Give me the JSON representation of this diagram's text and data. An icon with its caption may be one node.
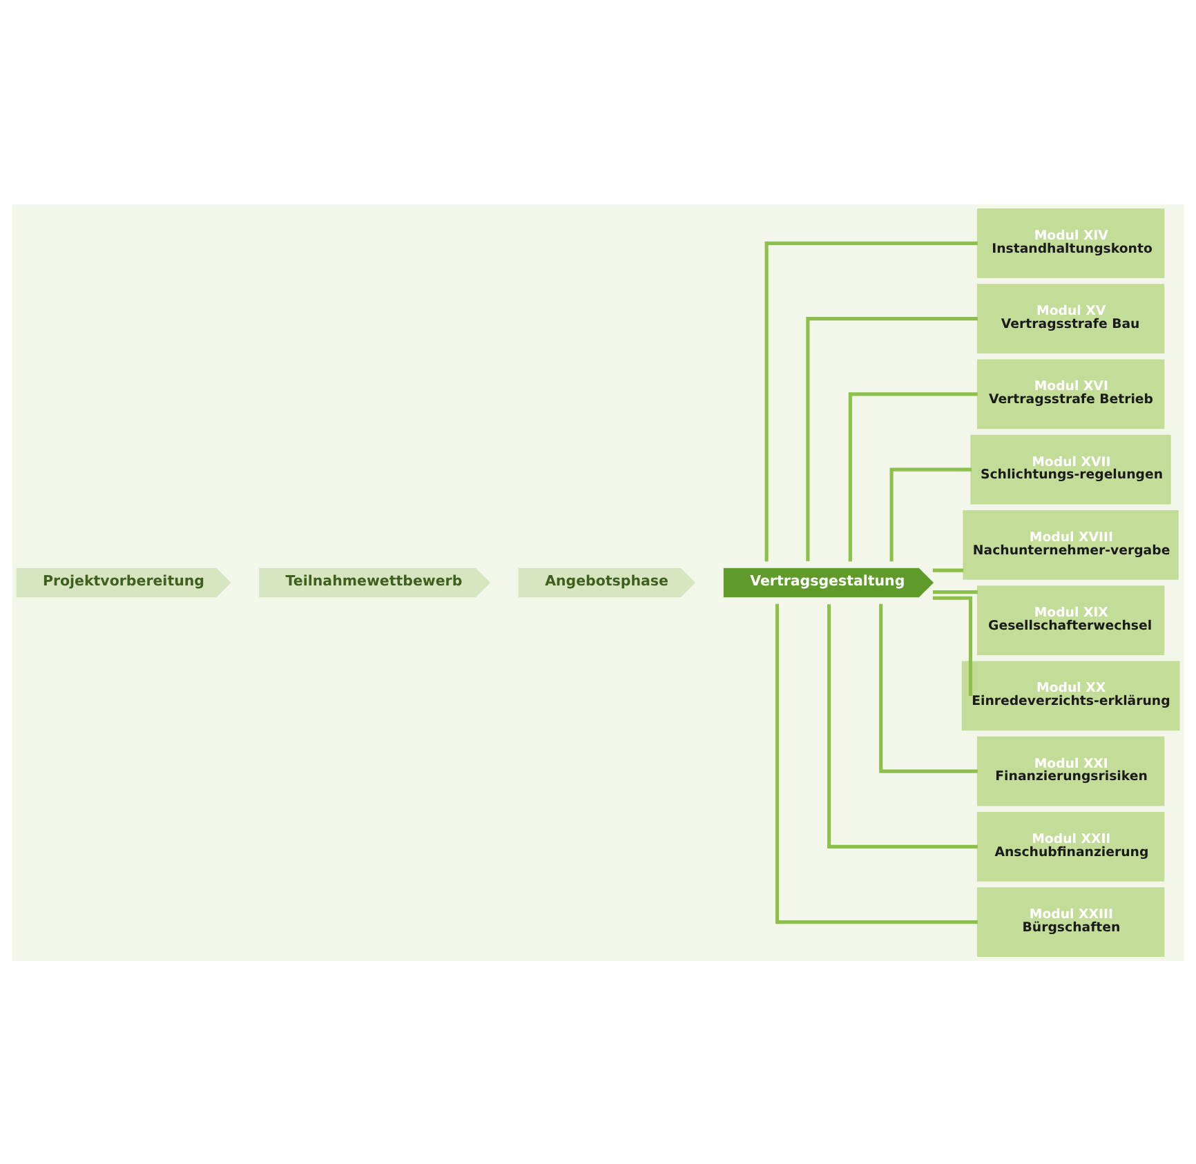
{
  "diagram": {
    "nodes": [
      {
        "text": [
          "Projektvorbereitung"
        ]
      },
      {
        "text": [
          "Teilnahmewettbewerb"
        ]
      },
      {
        "text": [
          "Angebotsphase"
        ]
      },
      {
        "text": [
          "Vertragsgestaltung"
        ]
      },
      {
        "text": [
          "Modul XIV",
          "Instandhaltungskonto"
        ]
      },
      {
        "text": [
          "Modul XV",
          "Vertragsstrafe Bau"
        ]
      },
      {
        "text": [
          "Modul XVI",
          "Vertragsstrafe Betrieb"
        ]
      },
      {
        "text": [
          "Modul XVII",
          "Schlichtungs-regelungen"
        ]
      },
      {
        "text": [
          "Modul XVIII",
          "Nachunternehmer-vergabe"
        ]
      },
      {
        "text": [
          "Modul XIX",
          "Gesellschafterwechsel"
        ]
      },
      {
        "text": [
          "Modul XX",
          "Einredeverzichts-erklärung"
        ]
      },
      {
        "text": [
          "Modul XXI",
          "Finanzierungsrisiken"
        ]
      },
      {
        "text": [
          "Modul XXII",
          "Anschubfinanzierung"
        ]
      },
      {
        "text": [
          "Modul XXIII",
          "Bürgschaften"
        ]
      }
    ],
    "edges": [
      {
        "from": 3,
        "to": 4,
        "arrow": "none"
      },
      {
        "from": 3,
        "to": 5,
        "arrow": "none"
      },
      {
        "from": 3,
        "to": 6,
        "arrow": "none"
      },
      {
        "from": 3,
        "to": 7,
        "arrow": "none"
      },
      {
        "from": 3,
        "to": 8,
        "arrow": "none"
      },
      {
        "from": 3,
        "to": 9,
        "arrow": "none"
      },
      {
        "from": 3,
        "to": 10,
        "arrow": "none"
      },
      {
        "from": 3,
        "to": 11,
        "arrow": "none"
      },
      {
        "from": 3,
        "to": 12,
        "arrow": "none"
      },
      {
        "from": 3,
        "to": 13,
        "arrow": "none"
      }
    ]
  }
}
